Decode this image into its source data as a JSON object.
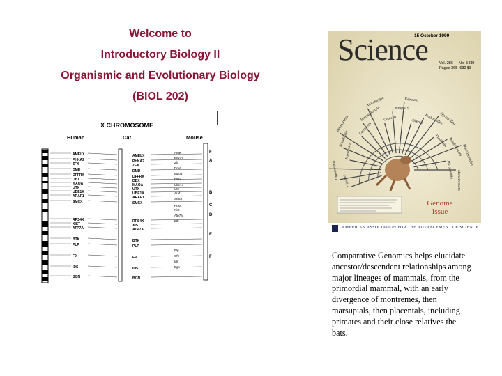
{
  "title": {
    "line1": "Welcome to",
    "line2": "Introductory Biology II",
    "line3": "Organismic and Evolutionary Biology",
    "line4": "(BIOL 202)"
  },
  "figure": {
    "title": "X CHROMOSOME",
    "human_label": "Human",
    "cat_label": "Cat",
    "mouse_label": "Mouse",
    "human_genes": [
      "AMELX",
      "PHKA2",
      "ZFX",
      "DMD",
      "DFFRX",
      "DBX",
      "MAOA",
      "UTX",
      "UBE1X",
      "ARAF1",
      "SMCX",
      "RPS4X",
      "XIST",
      "ATP7A",
      "BTK",
      "PLP",
      "F9",
      "IDS",
      "BGN"
    ],
    "cat_genes": [
      "AMELX",
      "PHKA2",
      "ZFX",
      "DMD",
      "DFFRX",
      "DBX",
      "MAOA",
      "UTX",
      "UBE1X",
      "ARAF1",
      "SMCX",
      "RPS4X",
      "XIST",
      "ATP7A",
      "BTK",
      "PLP",
      "F9",
      "IDS",
      "BGN"
    ],
    "mouse_genes": [
      "Amel",
      "Phka2",
      "Zfx",
      "Dmd",
      "Maoa",
      "Dffrx",
      "Ube1x",
      "Utx",
      "Araf",
      "Smcx",
      "Rps4",
      "Xist",
      "Atp7a",
      "Btk",
      "Plp",
      "Cf9",
      "Ids",
      "Bgn"
    ],
    "mouse_segments": [
      "F",
      "A",
      "B",
      "C",
      "D",
      "E",
      "F"
    ]
  },
  "cover": {
    "date": "15 October 1999",
    "masthead": "Science",
    "vol": "Vol. 286",
    "no": "No. 5439",
    "pages": "Pages 365–632",
    "price": "$8",
    "issue_line1": "Genome",
    "issue_line2": "Issue",
    "publisher": "American Association for the Advancement of Science",
    "branches": [
      "Primates",
      "Lagomorpha",
      "Rodentia",
      "Insectivora",
      "Scandentia",
      "Dermoptera",
      "Carnivora",
      "Perissodactyla",
      "Artiodactyla",
      "Cetacea",
      "Chiroptera",
      "Edentata",
      "Sirenia",
      "Proboscidea",
      "Hyracoidea",
      "Pholidota",
      "Tubulidentata",
      "Macroscelidea",
      "Marsupialia",
      "Monotremata"
    ]
  },
  "caption": "Comparative Genomics helps elucidate ancestor/descendent relationships among major lineages of mammals, from the primordial mammal, with an early divergence of montremes, then marsupials, then placentals, including primates and their close relatives the bats."
}
